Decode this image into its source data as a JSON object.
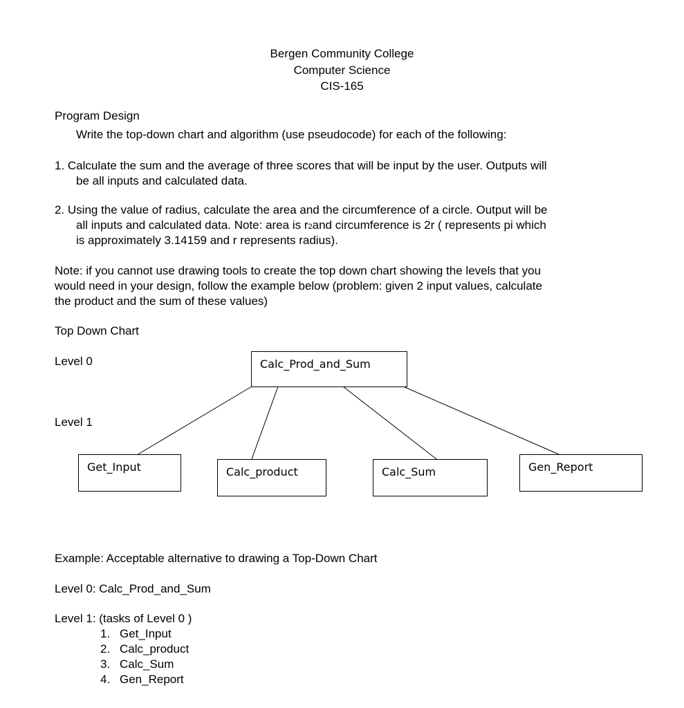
{
  "header": {
    "line1": "Bergen Community College",
    "line2": "Computer Science",
    "line3": "CIS-165"
  },
  "section_title": "Program Design",
  "instruction": "Write the top-down chart and algorithm (use pseudocode) for each of the following:",
  "problems": [
    {
      "line1": "1. Calculate the sum and the average of three scores that will be input by the user. Outputs will",
      "line2": "be all inputs and calculated data."
    },
    {
      "line1": "2. Using the value of radius, calculate the area and the circumference of a circle. Output will be",
      "line2": "all inputs and calculated data. Note: area is r",
      "line2_sub": "2",
      "line2_rest": "and circumference is 2r ( represents pi which",
      "line3": "is approximately 3.14159 and r represents radius)."
    }
  ],
  "note": {
    "line1": "Note: if you cannot use drawing tools to create the top down chart showing the levels that you",
    "line2": "would need in your design, follow the example below (problem: given 2 input values, calculate",
    "line3": "the product and the sum of these values)"
  },
  "chart_heading": "Top Down Chart",
  "levels": {
    "level0": "Level 0",
    "level1": "Level 1"
  },
  "boxes": {
    "root": "Calc_Prod_and_Sum",
    "get_input": "Get_Input",
    "calc_product": "Calc_product",
    "calc_sum": "Calc_Sum",
    "gen_report": "Gen_Report"
  },
  "example": {
    "heading": "Example: Acceptable alternative to drawing a Top-Down Chart",
    "level0_line": "Level 0: Calc_Prod_and_Sum",
    "level1_line": "Level 1: (tasks of Level 0 )",
    "tasks": [
      {
        "num": "1.",
        "label": "Get_Input"
      },
      {
        "num": "2.",
        "label": "Calc_product"
      },
      {
        "num": "3.",
        "label": "Calc_Sum"
      },
      {
        "num": "4.",
        "label": "Gen_Report"
      }
    ]
  }
}
